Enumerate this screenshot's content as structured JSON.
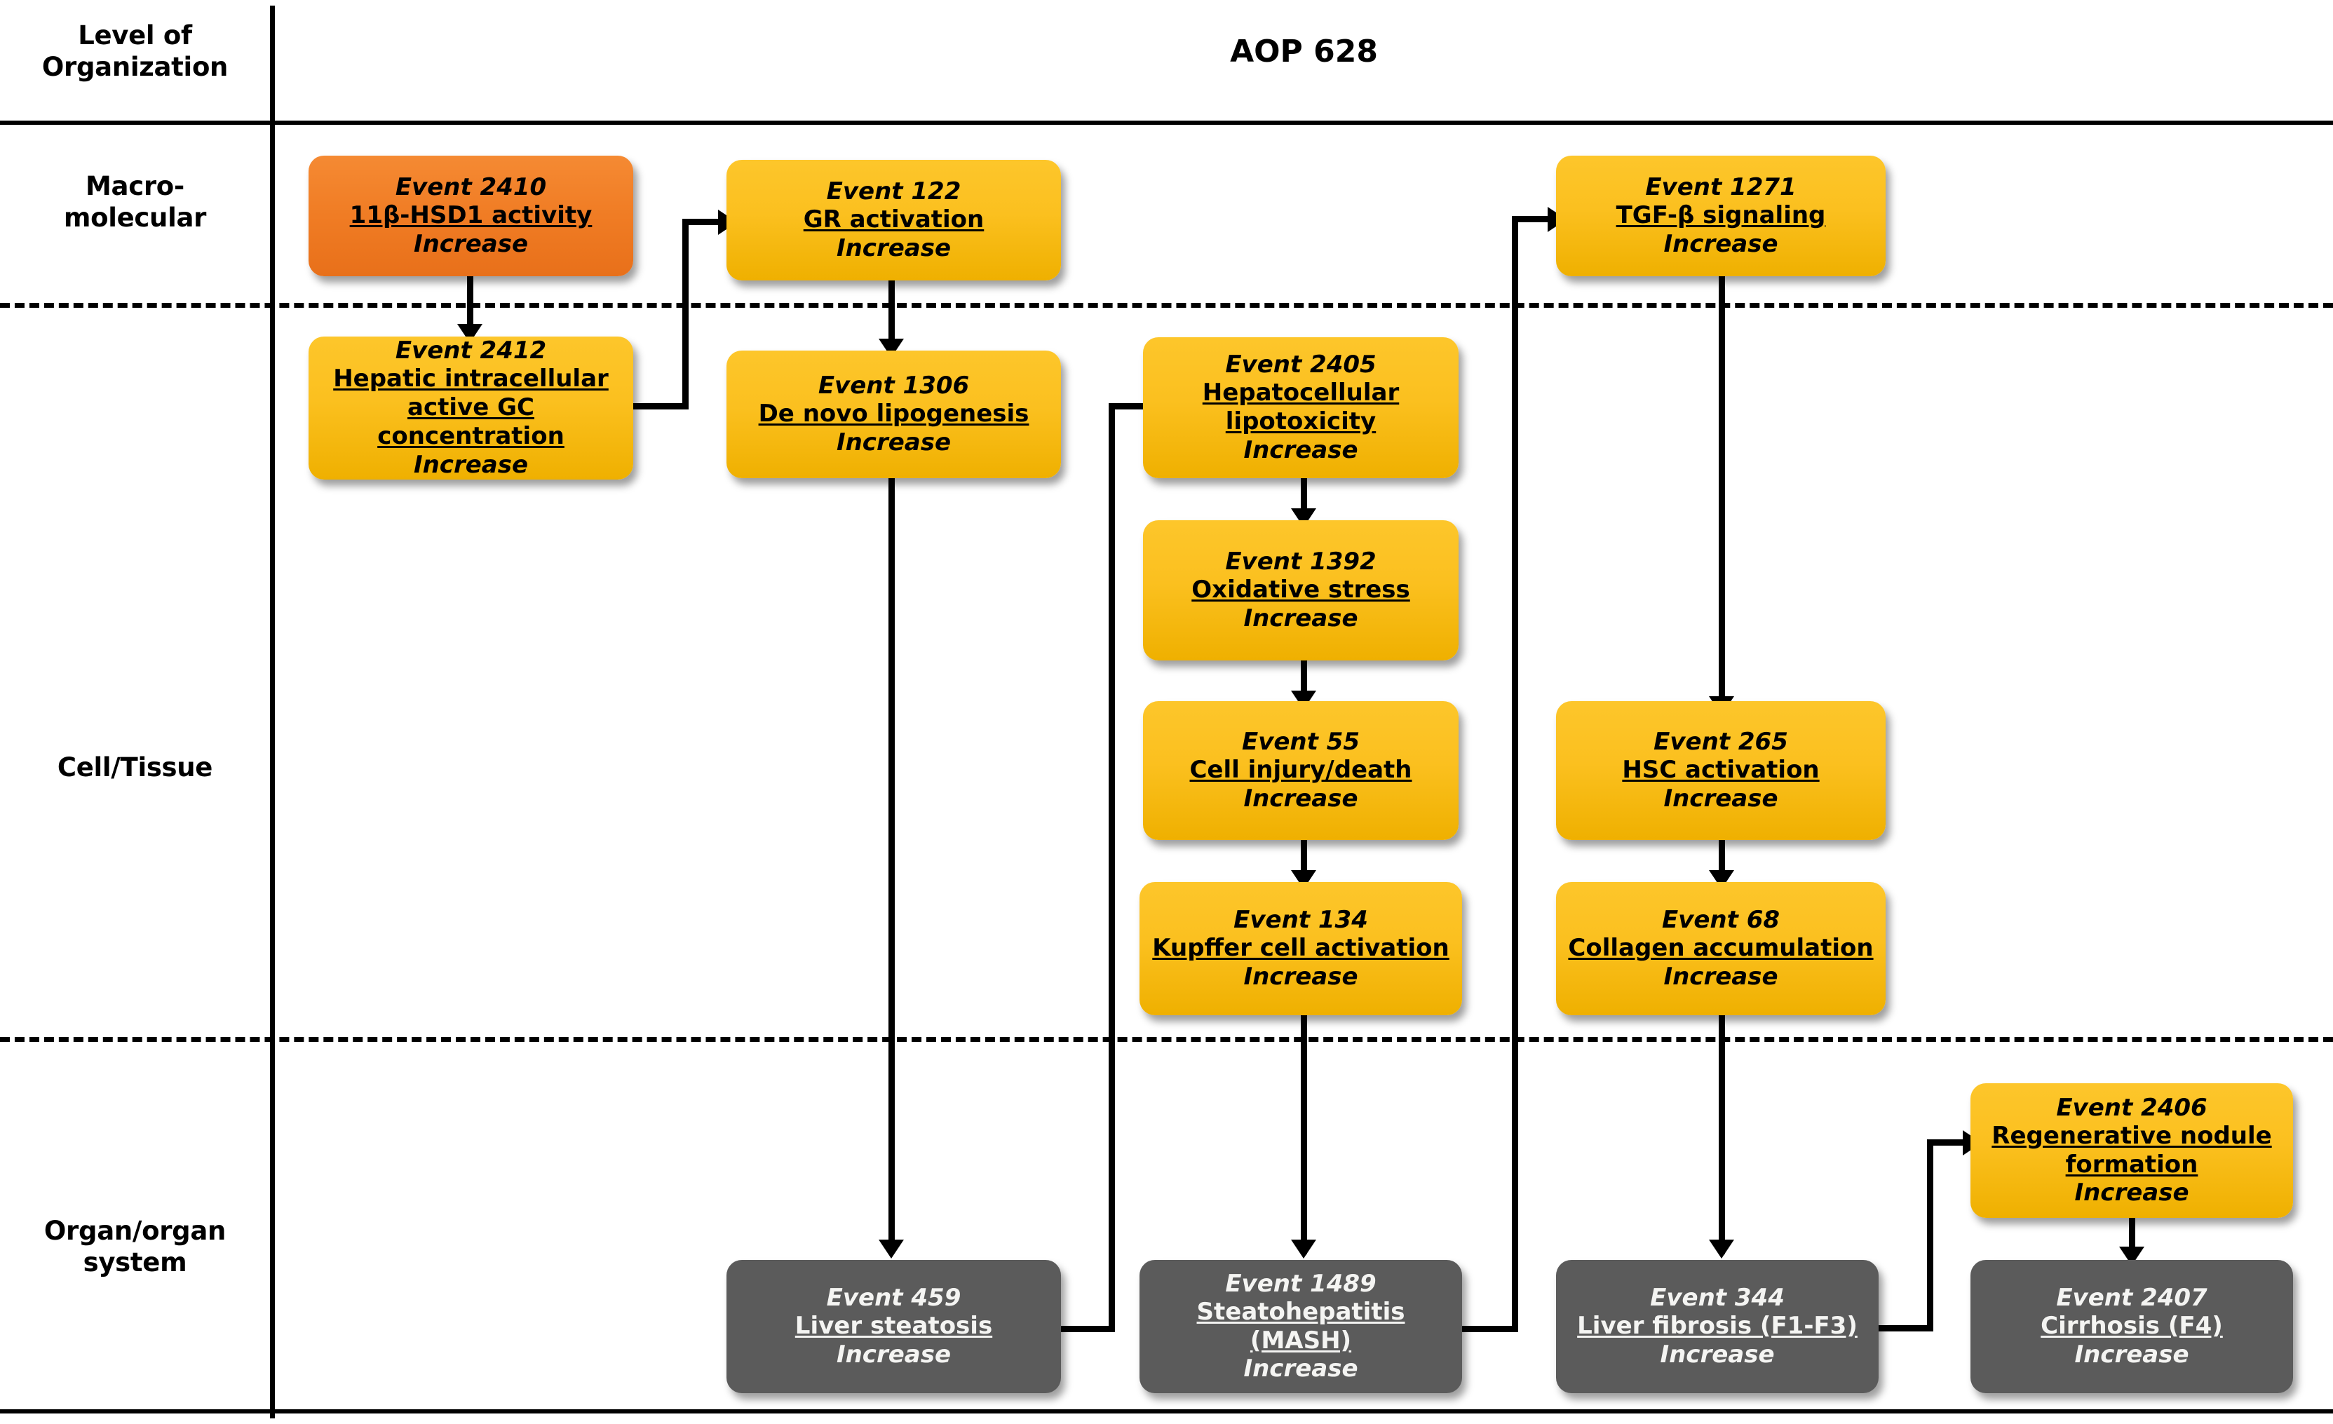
{
  "title": "AOP 628",
  "levels": [
    {
      "id": "header",
      "label": "Level of\nOrganization"
    },
    {
      "id": "macromolecular",
      "label": "Macro-\nmolecular"
    },
    {
      "id": "cell-tissue",
      "label": "Cell/Tissue"
    },
    {
      "id": "organ",
      "label": "Organ/organ\nsystem"
    }
  ],
  "colors": {
    "mie": "#f07c24",
    "key_event": "#fbc01f",
    "adverse_outcome": "#5b5b5b",
    "connector": "#000000",
    "background": "#ffffff"
  },
  "nodes": [
    {
      "id": "e2410",
      "event": "Event 2410",
      "name": "11β-HSD1 activity",
      "direction": "Increase",
      "type": "mie",
      "level": "macromolecular"
    },
    {
      "id": "e122",
      "event": "Event 122",
      "name": "GR activation",
      "direction": "Increase",
      "type": "key_event",
      "level": "macromolecular"
    },
    {
      "id": "e1271",
      "event": "Event 1271",
      "name": "TGF-β signaling",
      "direction": "Increase",
      "type": "key_event",
      "level": "macromolecular"
    },
    {
      "id": "e2412",
      "event": "Event 2412",
      "name_line1": "Hepatic intracellular",
      "name_line2": "active GC concentration",
      "direction": "Increase",
      "type": "key_event",
      "level": "cell-tissue"
    },
    {
      "id": "e1306",
      "event": "Event 1306",
      "name": "De novo lipogenesis",
      "direction": "Increase",
      "type": "key_event",
      "level": "cell-tissue"
    },
    {
      "id": "e2405",
      "event": "Event 2405",
      "name_line1": "Hepatocellular",
      "name_line2": "lipotoxicity",
      "direction": "Increase",
      "type": "key_event",
      "level": "cell-tissue"
    },
    {
      "id": "e1392",
      "event": "Event 1392",
      "name": "Oxidative stress",
      "direction": "Increase",
      "type": "key_event",
      "level": "cell-tissue"
    },
    {
      "id": "e55",
      "event": "Event 55",
      "name": "Cell injury/death",
      "direction": "Increase",
      "type": "key_event",
      "level": "cell-tissue"
    },
    {
      "id": "e134",
      "event": "Event 134",
      "name": "Kupffer cell activation",
      "direction": "Increase",
      "type": "key_event",
      "level": "cell-tissue"
    },
    {
      "id": "e265",
      "event": "Event 265",
      "name": "HSC activation",
      "direction": "Increase",
      "type": "key_event",
      "level": "cell-tissue"
    },
    {
      "id": "e68",
      "event": "Event 68",
      "name": "Collagen accumulation",
      "direction": "Increase",
      "type": "key_event",
      "level": "cell-tissue"
    },
    {
      "id": "e2406",
      "event": "Event 2406",
      "name_line1": "Regenerative nodule",
      "name_line2": "formation",
      "direction": "Increase",
      "type": "key_event",
      "level": "organ"
    },
    {
      "id": "e459",
      "event": "Event 459",
      "name": "Liver steatosis",
      "direction": "Increase",
      "type": "adverse_outcome",
      "level": "organ"
    },
    {
      "id": "e1489",
      "event": "Event 1489",
      "name": "Steatohepatitis (MASH)",
      "direction": "Increase",
      "type": "adverse_outcome",
      "level": "organ"
    },
    {
      "id": "e344",
      "event": "Event 344",
      "name": "Liver fibrosis (F1-F3)",
      "direction": "Increase",
      "type": "adverse_outcome",
      "level": "organ"
    },
    {
      "id": "e2407",
      "event": "Event 2407",
      "name": "Cirrhosis (F4)",
      "direction": "Increase",
      "type": "adverse_outcome",
      "level": "organ"
    }
  ],
  "edges": [
    {
      "from": "e2410",
      "to": "e2412"
    },
    {
      "from": "e2412",
      "to": "e122"
    },
    {
      "from": "e122",
      "to": "e1306"
    },
    {
      "from": "e1306",
      "to": "e459"
    },
    {
      "from": "e459",
      "to": "e2405"
    },
    {
      "from": "e2405",
      "to": "e1392"
    },
    {
      "from": "e1392",
      "to": "e55"
    },
    {
      "from": "e55",
      "to": "e134"
    },
    {
      "from": "e134",
      "to": "e1489"
    },
    {
      "from": "e1489",
      "to": "e1271"
    },
    {
      "from": "e1271",
      "to": "e265"
    },
    {
      "from": "e265",
      "to": "e68"
    },
    {
      "from": "e68",
      "to": "e344"
    },
    {
      "from": "e344",
      "to": "e2406"
    },
    {
      "from": "e2406",
      "to": "e2407"
    }
  ]
}
